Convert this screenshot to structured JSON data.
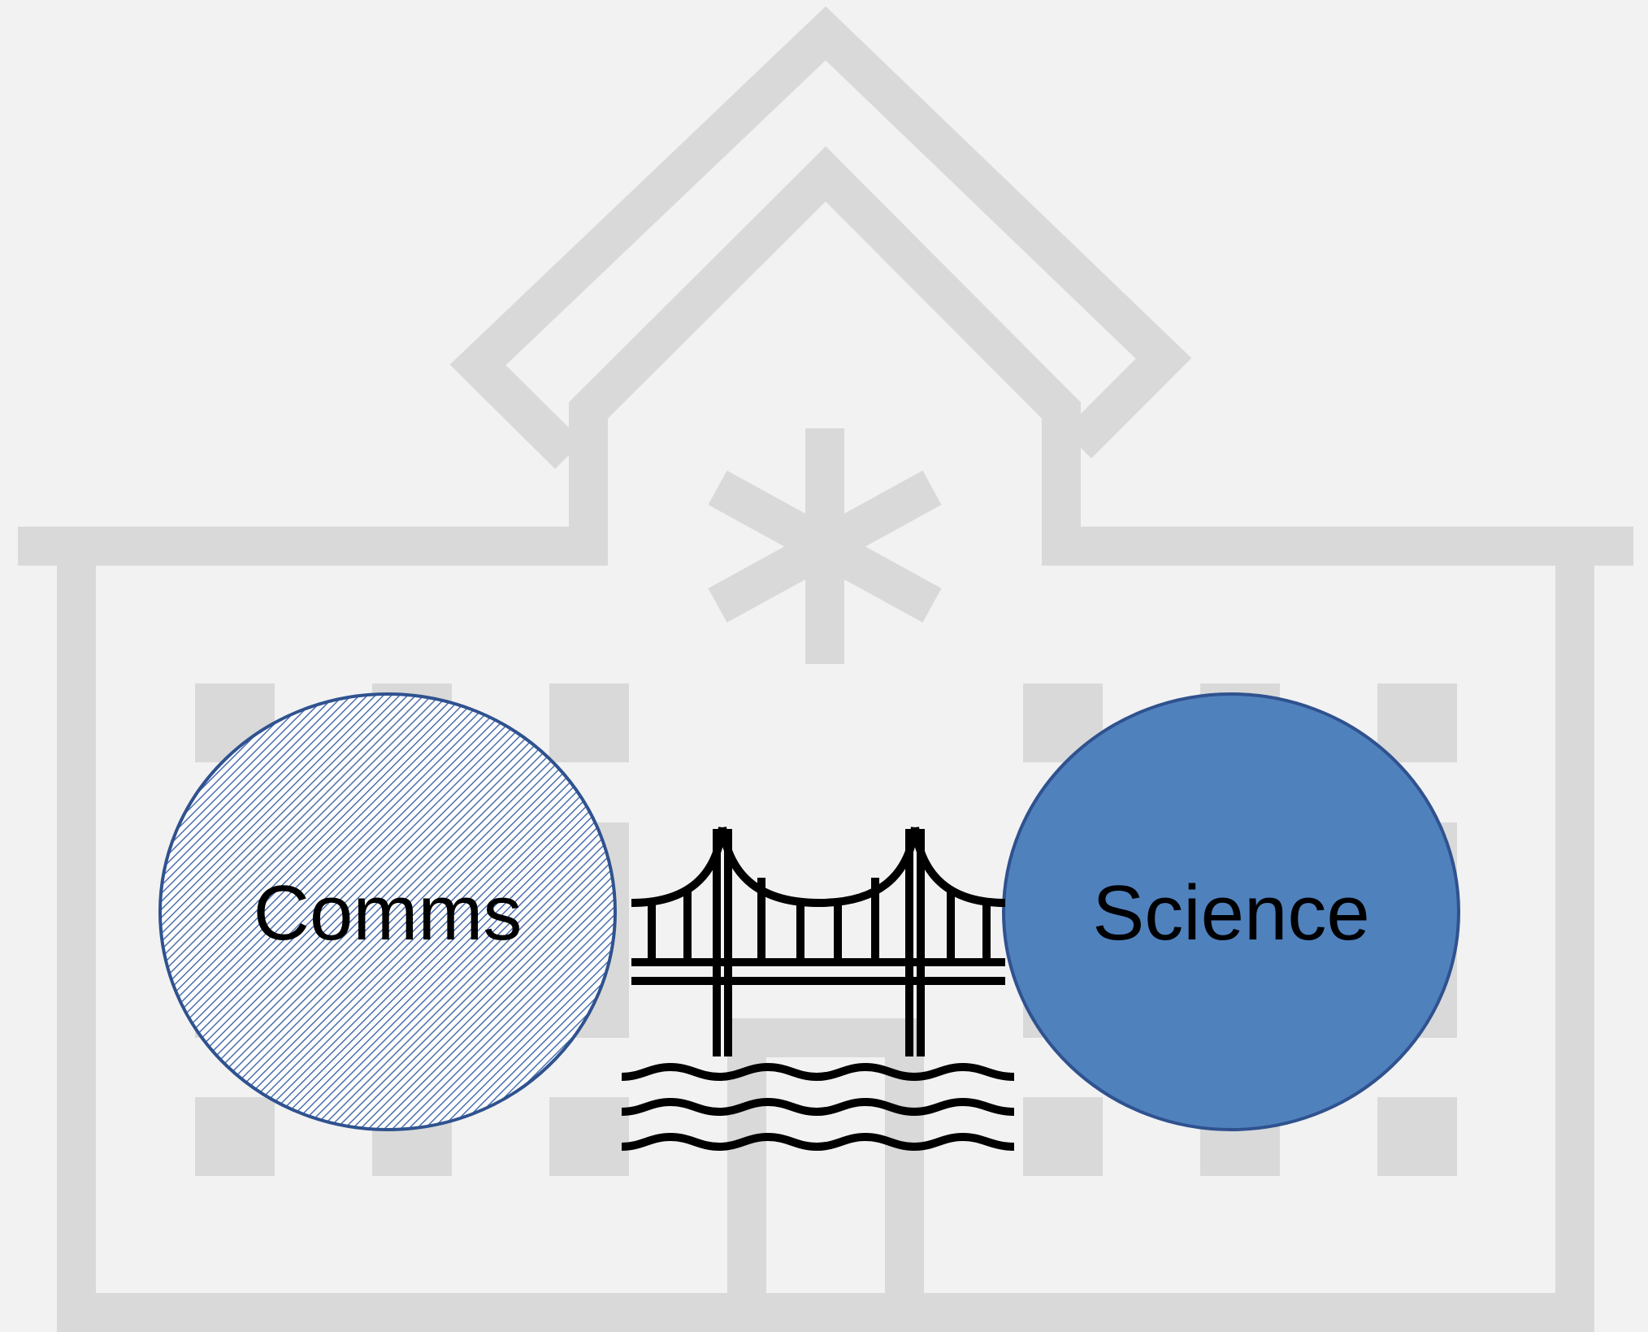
{
  "diagram": {
    "left_circle": {
      "label": "Comms",
      "fill": "hatched-blue",
      "border_color": "#2f528f"
    },
    "right_circle": {
      "label": "Science",
      "fill_color": "#4f81bd",
      "border_color": "#2f528f"
    },
    "background_icon": "school-building-icon",
    "center_icon": "bridge-over-water-icon",
    "colors": {
      "background": "#f2f2f2",
      "building_outline": "#d9d9d9",
      "bridge": "#000000"
    }
  }
}
